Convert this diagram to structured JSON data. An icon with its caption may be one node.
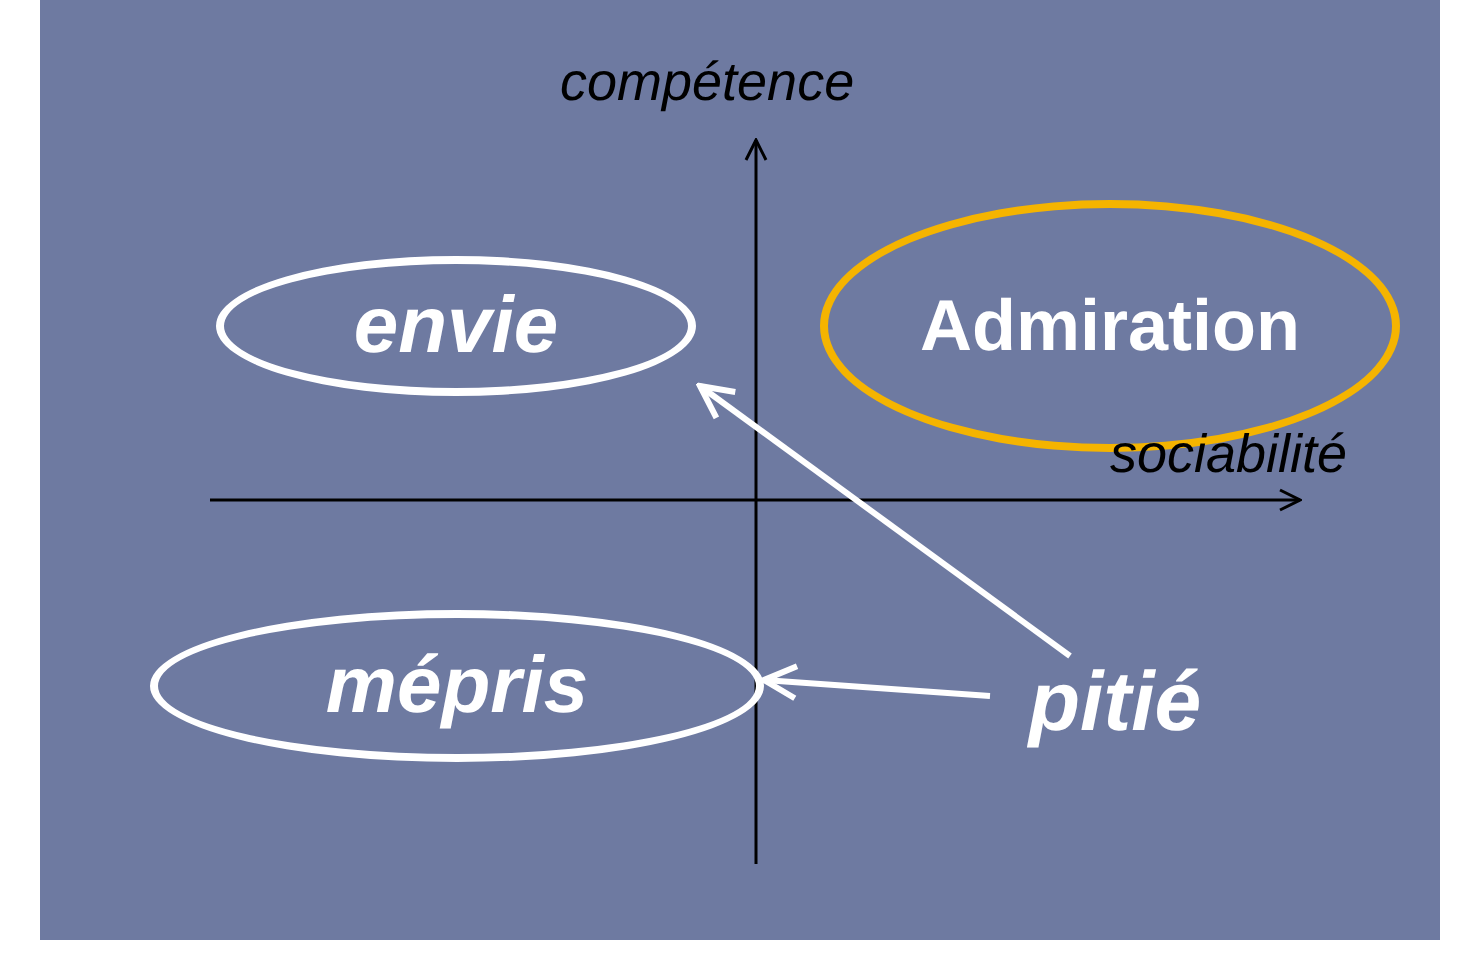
{
  "diagram": {
    "nodes": [
      {
        "text": [
          "envie"
        ]
      },
      {
        "text": [
          "Admiration"
        ]
      },
      {
        "text": [
          "mépris"
        ]
      },
      {
        "text": [
          "pitié"
        ]
      }
    ],
    "edges": [
      {
        "from": 3,
        "to": 0,
        "arrow": "to"
      },
      {
        "from": 3,
        "to": 2,
        "arrow": "to"
      }
    ],
    "labels": [
      "compétence",
      "sociabilité"
    ]
  }
}
